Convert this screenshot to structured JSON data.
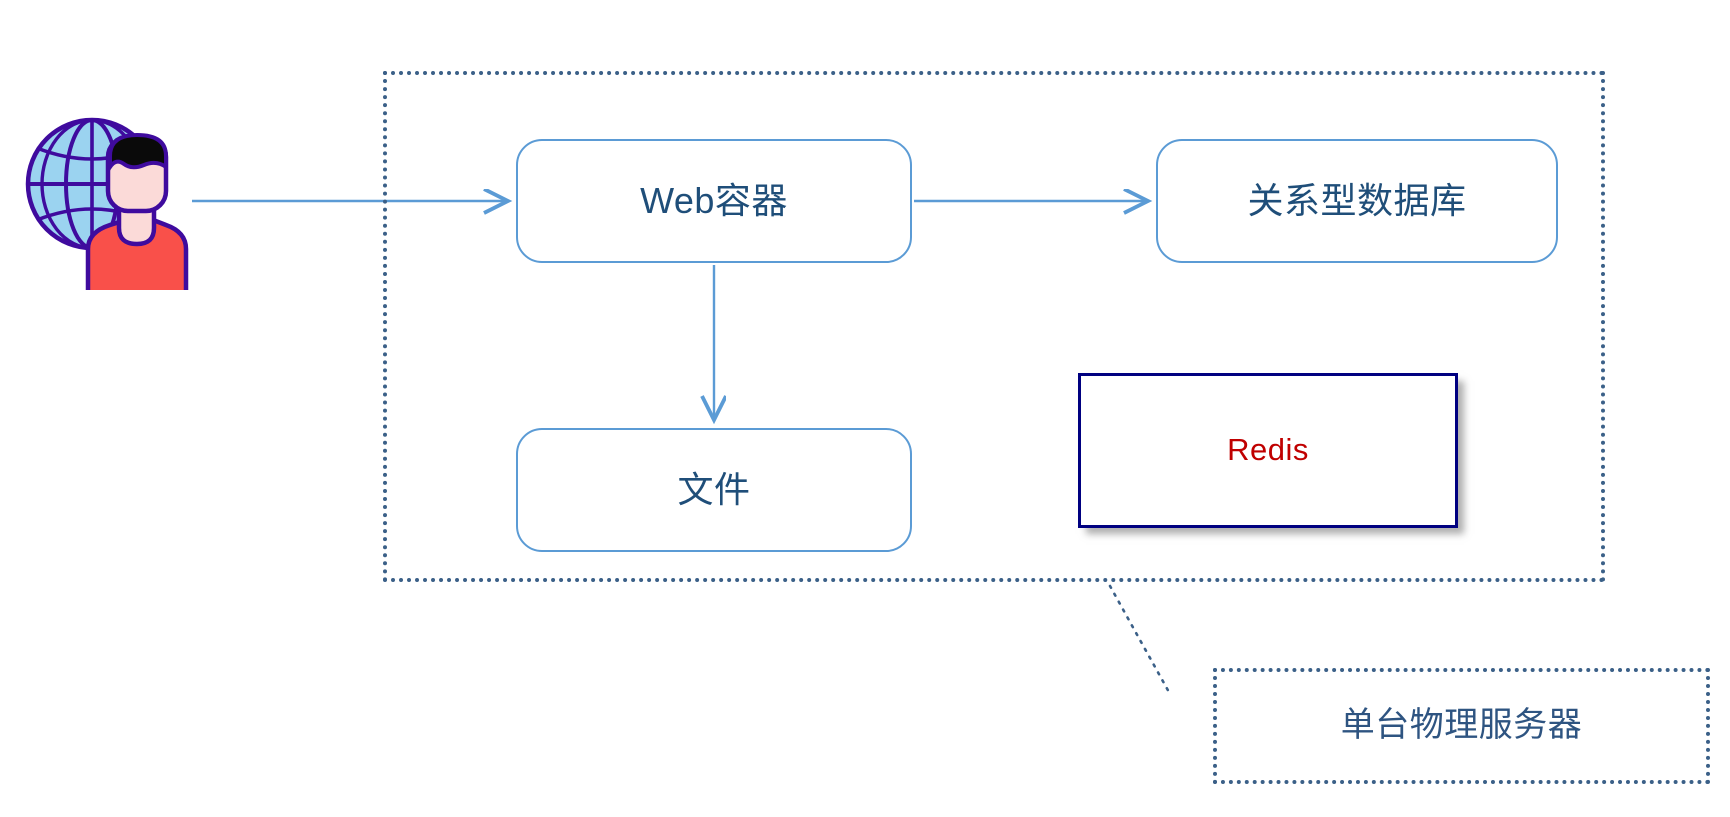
{
  "diagram": {
    "type": "architecture-diagram",
    "title": "",
    "colors": {
      "node_border": "#5B9BD5",
      "node_text": "#1F4E79",
      "redis_border": "#000080",
      "redis_text": "#C00000",
      "dotted_border": "#3B6088",
      "connector": "#5B9BD5",
      "globe_fill": "#9BD3F0",
      "globe_stroke": "#3F0B9E",
      "shirt_fill": "#F9504A",
      "skin_fill": "#FBDAD8",
      "hair_fill": "#0A0A0A"
    },
    "nodes": [
      {
        "id": "user",
        "label": "",
        "icon": "globe-user-icon",
        "shape": "icon"
      },
      {
        "id": "web",
        "label": "Web容器",
        "shape": "rounded-rect"
      },
      {
        "id": "file",
        "label": "文件",
        "shape": "rounded-rect"
      },
      {
        "id": "db",
        "label": "关系型数据库",
        "shape": "rounded-rect"
      },
      {
        "id": "redis",
        "label": "Redis",
        "shape": "rect-shadow"
      }
    ],
    "containers": [
      {
        "id": "server-boundary",
        "label": "",
        "style": "dotted"
      },
      {
        "id": "legend-box",
        "label": "单台物理服务器",
        "style": "dotted"
      }
    ],
    "edges": [
      {
        "from": "user",
        "to": "web",
        "style": "solid-arrow"
      },
      {
        "from": "web",
        "to": "db",
        "style": "solid-arrow"
      },
      {
        "from": "web",
        "to": "file",
        "style": "solid-arrow"
      },
      {
        "from": "server-boundary",
        "to": "legend-box",
        "style": "dotted-leader"
      }
    ]
  },
  "labels": {
    "web_container": "Web容器",
    "file": "文件",
    "relational_database": "关系型数据库",
    "redis": "Redis",
    "physical_server": "单台物理服务器"
  }
}
